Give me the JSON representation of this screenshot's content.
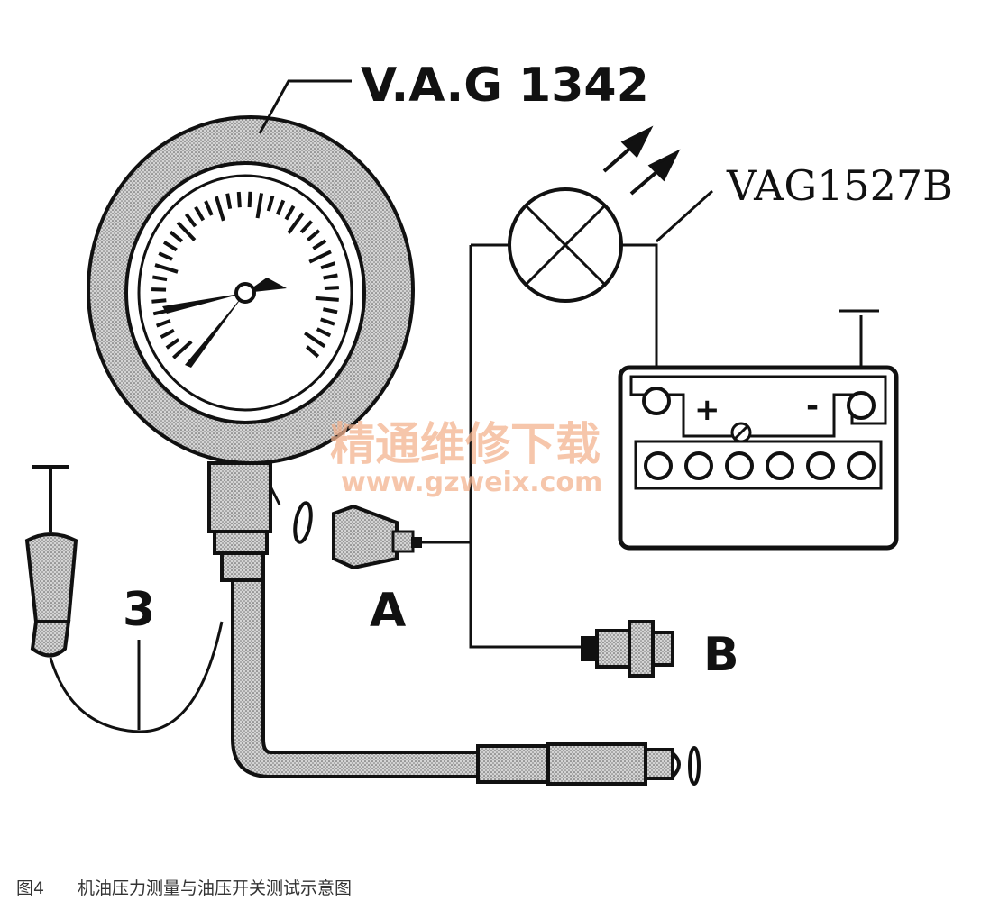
{
  "labels": {
    "gauge_model": "V.A.G 1342",
    "lamp_model": "VAG1527B",
    "switch_a": "A",
    "switch_b": "B",
    "lead_number": "3",
    "battery_plus": "+",
    "battery_minus": "-"
  },
  "watermark": {
    "line1": "精通维修下载",
    "line2": "www.gzweix.com"
  },
  "caption": {
    "figure_number": "图4",
    "text": "机油压力测量与油压开关测试示意图"
  },
  "colors": {
    "ink": "#111111",
    "stipple": "#bdbdbd",
    "watermark": "#f3b38f"
  }
}
